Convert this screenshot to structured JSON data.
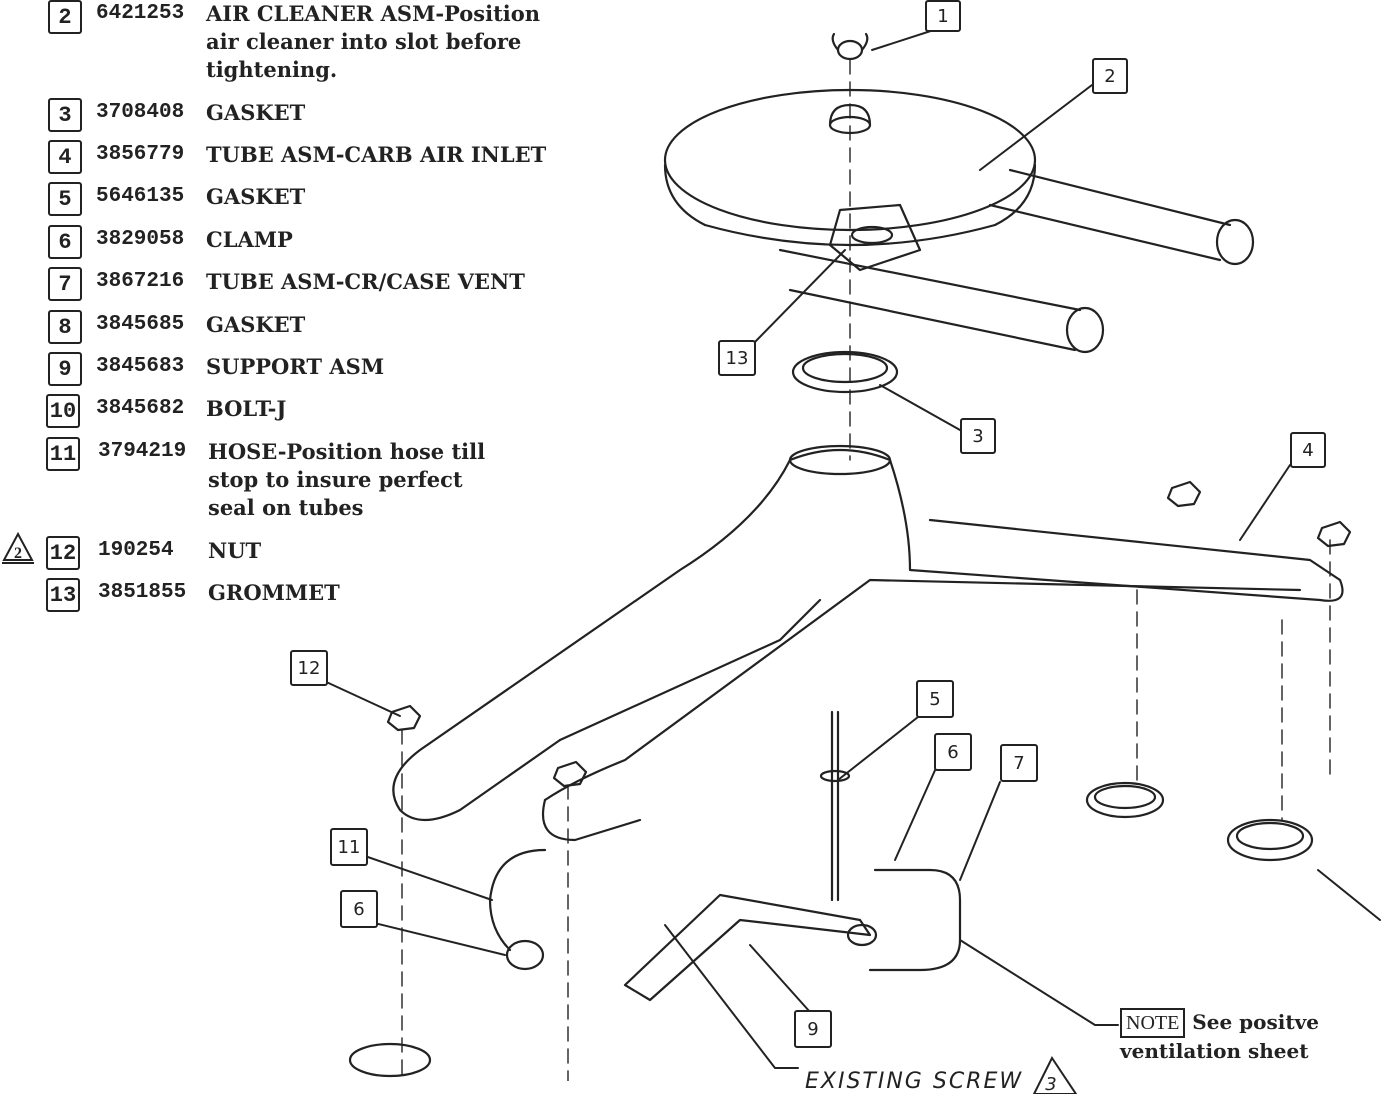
{
  "parts": [
    {
      "ref": "2",
      "part_number": "6421253",
      "description": "AIR CLEANER ASM-Position\nair cleaner into slot before\ntightening."
    },
    {
      "ref": "3",
      "part_number": "3708408",
      "description": "GASKET"
    },
    {
      "ref": "4",
      "part_number": "3856779",
      "description": "TUBE ASM-CARB AIR INLET"
    },
    {
      "ref": "5",
      "part_number": "5646135",
      "description": "GASKET"
    },
    {
      "ref": "6",
      "part_number": "3829058",
      "description": "CLAMP"
    },
    {
      "ref": "7",
      "part_number": "3867216",
      "description": "TUBE ASM-CR/CASE VENT"
    },
    {
      "ref": "8",
      "part_number": "3845685",
      "description": "GASKET"
    },
    {
      "ref": "9",
      "part_number": "3845683",
      "description": "SUPPORT ASM"
    },
    {
      "ref": "10",
      "part_number": "3845682",
      "description": "BOLT-J"
    },
    {
      "ref": "11",
      "part_number": "3794219",
      "description": "HOSE-Position hose till\nstop to insure perfect\nseal on tubes"
    },
    {
      "ref": "12",
      "part_number": "190254",
      "description": "NUT",
      "flag": "2"
    },
    {
      "ref": "13",
      "part_number": "3851855",
      "description": "GROMMET"
    }
  ],
  "callouts": [
    "1",
    "2",
    "13",
    "3",
    "4",
    "12",
    "5",
    "6",
    "7",
    "11",
    "6",
    "9"
  ],
  "note": {
    "label": "NOTE",
    "text_line1": "See positve",
    "text_line2": "ventilation sheet"
  },
  "existing_screw": {
    "text": "EXISTING SCREW",
    "flag": "3"
  }
}
